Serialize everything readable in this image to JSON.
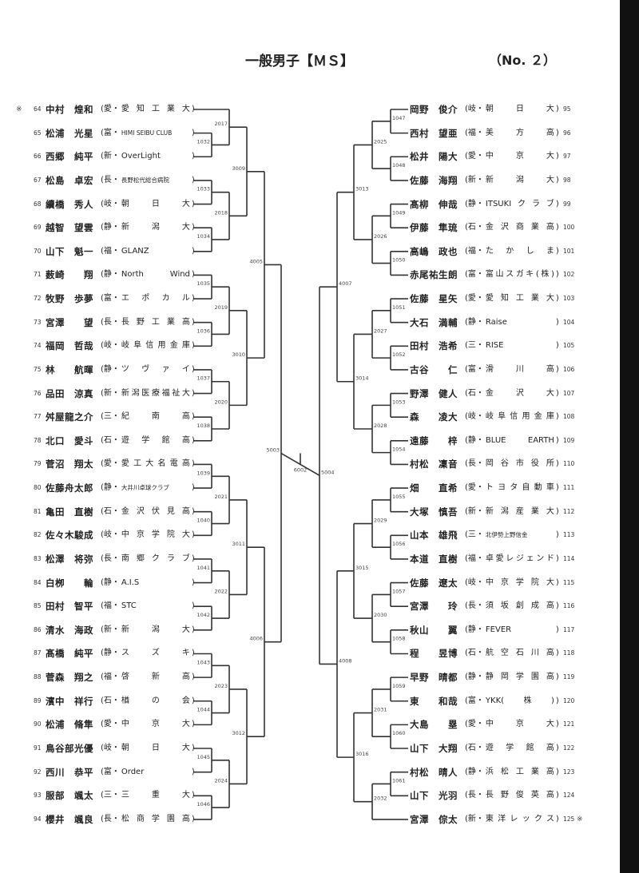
{
  "header": {
    "title": "一般男子【ＭＳ】",
    "page_no": "（No. ２）"
  },
  "seed_mark": "※",
  "left_players": [
    {
      "no": "64",
      "name": "中村　煌和",
      "pref": "愛",
      "club": "愛知工業大",
      "mark": "※"
    },
    {
      "no": "65",
      "name": "松浦　光星",
      "pref": "富",
      "club": "HIMI SEIBU CLUB",
      "small": true
    },
    {
      "no": "66",
      "name": "西郷　純平",
      "pref": "新",
      "club": "OverLight"
    },
    {
      "no": "67",
      "name": "松島　卓宏",
      "pref": "長",
      "club": "長野松代総合病院",
      "small": true
    },
    {
      "no": "68",
      "name": "續橋　秀人",
      "pref": "岐",
      "club": "朝日大"
    },
    {
      "no": "69",
      "name": "越智　望雲",
      "pref": "静",
      "club": "新潟大"
    },
    {
      "no": "70",
      "name": "山下　魁一",
      "pref": "福",
      "club": "GLANZ"
    },
    {
      "no": "71",
      "name": "薮崎　　翔",
      "pref": "静",
      "club": "North Wind"
    },
    {
      "no": "72",
      "name": "牧野　歩夢",
      "pref": "富",
      "club": "エポカル"
    },
    {
      "no": "73",
      "name": "宮澤　　望",
      "pref": "長",
      "club": "長野工業高"
    },
    {
      "no": "74",
      "name": "福岡　哲哉",
      "pref": "岐",
      "club": "岐阜信用金庫"
    },
    {
      "no": "75",
      "name": "林　　航暉",
      "pref": "静",
      "club": "ツヴァイ"
    },
    {
      "no": "76",
      "name": "品田　涼真",
      "pref": "新",
      "club": "新潟医療福祉大"
    },
    {
      "no": "77",
      "name": "舛屋龍之介",
      "pref": "三",
      "club": "紀南高"
    },
    {
      "no": "78",
      "name": "北口　愛斗",
      "pref": "石",
      "club": "遊学館高"
    },
    {
      "no": "79",
      "name": "菅沼　翔太",
      "pref": "愛",
      "club": "愛工大名電高"
    },
    {
      "no": "80",
      "name": "佐藤舟太郎",
      "pref": "静",
      "club": "大井川卓球クラブ",
      "small": true
    },
    {
      "no": "81",
      "name": "亀田　直樹",
      "pref": "石",
      "club": "金沢伏見高"
    },
    {
      "no": "82",
      "name": "佐々木駿成",
      "pref": "岐",
      "club": "中京学院大"
    },
    {
      "no": "83",
      "name": "松澤　将弥",
      "pref": "長",
      "club": "南郷クラブ"
    },
    {
      "no": "84",
      "name": "白栁　　輪",
      "pref": "静",
      "club": "A.I.S"
    },
    {
      "no": "85",
      "name": "田村　智平",
      "pref": "福",
      "club": "STC"
    },
    {
      "no": "86",
      "name": "清水　海政",
      "pref": "新",
      "club": "新潟大"
    },
    {
      "no": "87",
      "name": "髙橋　純平",
      "pref": "静",
      "club": "スズキ"
    },
    {
      "no": "88",
      "name": "菅森　翔之",
      "pref": "福",
      "club": "啓新高"
    },
    {
      "no": "89",
      "name": "濱中　祥行",
      "pref": "石",
      "club": "楢の会"
    },
    {
      "no": "90",
      "name": "松浦　脩隼",
      "pref": "愛",
      "club": "中京大"
    },
    {
      "no": "91",
      "name": "鳥谷部光優",
      "pref": "岐",
      "club": "朝日大"
    },
    {
      "no": "92",
      "name": "西川　恭平",
      "pref": "富",
      "club": "Order"
    },
    {
      "no": "93",
      "name": "服部　颯太",
      "pref": "三",
      "club": "三重大"
    },
    {
      "no": "94",
      "name": "櫻井　颯良",
      "pref": "長",
      "club": "松商学園高"
    }
  ],
  "right_players": [
    {
      "no": "95",
      "name": "岡野　俊介",
      "pref": "岐",
      "club": "朝日大"
    },
    {
      "no": "96",
      "name": "西村　望亜",
      "pref": "福",
      "club": "美方高"
    },
    {
      "no": "97",
      "name": "松井　陽大",
      "pref": "愛",
      "club": "中京大"
    },
    {
      "no": "98",
      "name": "佐藤　海翔",
      "pref": "新",
      "club": "新潟大"
    },
    {
      "no": "99",
      "name": "髙柳　伸哉",
      "pref": "静",
      "club": "ITSUKIクラブ"
    },
    {
      "no": "100",
      "name": "伊藤　隼琉",
      "pref": "石",
      "club": "金沢商業高"
    },
    {
      "no": "101",
      "name": "高嶋　政也",
      "pref": "福",
      "club": "たかしま"
    },
    {
      "no": "102",
      "name": "赤尾祐生朗",
      "pref": "富",
      "club": "富山スガキ(株)"
    },
    {
      "no": "103",
      "name": "佐藤　星矢",
      "pref": "愛",
      "club": "愛知工業大"
    },
    {
      "no": "104",
      "name": "大石　満輔",
      "pref": "静",
      "club": "Raise"
    },
    {
      "no": "105",
      "name": "田村　浩希",
      "pref": "三",
      "club": "RISE"
    },
    {
      "no": "106",
      "name": "古谷　　仁",
      "pref": "富",
      "club": "滑川高"
    },
    {
      "no": "107",
      "name": "野澤　健人",
      "pref": "石",
      "club": "金沢大"
    },
    {
      "no": "108",
      "name": "森　　凌大",
      "pref": "岐",
      "club": "岐阜信用金庫"
    },
    {
      "no": "109",
      "name": "遠藤　　梓",
      "pref": "静",
      "club": "BLUE EARTH"
    },
    {
      "no": "110",
      "name": "村松　凜音",
      "pref": "長",
      "club": "岡谷市役所"
    },
    {
      "no": "111",
      "name": "畑　　直希",
      "pref": "愛",
      "club": "トヨタ自動車"
    },
    {
      "no": "112",
      "name": "大塚　慎吾",
      "pref": "新",
      "club": "新潟産業大"
    },
    {
      "no": "113",
      "name": "山本　雄飛",
      "pref": "三",
      "club": "北伊勢上野信金",
      "small": true
    },
    {
      "no": "114",
      "name": "本道　直樹",
      "pref": "福",
      "club": "卓愛レジェンド"
    },
    {
      "no": "115",
      "name": "佐藤　遼太",
      "pref": "岐",
      "club": "中京学院大"
    },
    {
      "no": "116",
      "name": "宮澤　　玲",
      "pref": "長",
      "club": "須坂創成高"
    },
    {
      "no": "117",
      "name": "秋山　　翼",
      "pref": "静",
      "club": "FEVER"
    },
    {
      "no": "118",
      "name": "程　　昱博",
      "pref": "石",
      "club": "航空石川高"
    },
    {
      "no": "119",
      "name": "早野　晴都",
      "pref": "静",
      "club": "静岡学園高"
    },
    {
      "no": "120",
      "name": "東　　和哉",
      "pref": "富",
      "club": "YKK(株)"
    },
    {
      "no": "121",
      "name": "大島　　塁",
      "pref": "愛",
      "club": "中京大"
    },
    {
      "no": "122",
      "name": "山下　大翔",
      "pref": "石",
      "club": "遊学館高"
    },
    {
      "no": "123",
      "name": "村松　晴人",
      "pref": "静",
      "club": "浜松工業高"
    },
    {
      "no": "124",
      "name": "山下　光羽",
      "pref": "長",
      "club": "長野俊英高"
    },
    {
      "no": "125",
      "name": "宮澤　倧太",
      "pref": "新",
      "club": "東洋レックス",
      "mark": "※"
    }
  ],
  "bracket": {
    "final": "6002",
    "left": [
      "5003",
      [
        "4005",
        [
          "3009",
          [
            "2017",
            64,
            [
              "1032",
              65,
              66
            ]
          ],
          [
            "2018",
            [
              "1033",
              67,
              68
            ],
            [
              "1034",
              69,
              70
            ]
          ]
        ],
        [
          "3010",
          [
            "2019",
            [
              "1035",
              71,
              72
            ],
            [
              "1036",
              73,
              74
            ]
          ],
          [
            "2020",
            [
              "1037",
              75,
              76
            ],
            [
              "1038",
              77,
              78
            ]
          ]
        ]
      ],
      [
        "4006",
        [
          "3011",
          [
            "2021",
            [
              "1039",
              79,
              80
            ],
            [
              "1040",
              81,
              82
            ]
          ],
          [
            "2022",
            [
              "1041",
              83,
              84
            ],
            [
              "1042",
              85,
              86
            ]
          ]
        ],
        [
          "3012",
          [
            "2023",
            [
              "1043",
              87,
              88
            ],
            [
              "1044",
              89,
              90
            ]
          ],
          [
            "2024",
            [
              "1045",
              91,
              92
            ],
            [
              "1046",
              93,
              94
            ]
          ]
        ]
      ]
    ],
    "right": [
      "5004",
      [
        "4007",
        [
          "3013",
          [
            "2025",
            [
              "1047",
              95,
              96
            ],
            [
              "1048",
              97,
              98
            ]
          ],
          [
            "2026",
            [
              "1049",
              99,
              100
            ],
            [
              "1050",
              101,
              102
            ]
          ]
        ],
        [
          "3014",
          [
            "2027",
            [
              "1051",
              103,
              104
            ],
            [
              "1052",
              105,
              106
            ]
          ],
          [
            "2028",
            [
              "1053",
              107,
              108
            ],
            [
              "1054",
              109,
              110
            ]
          ]
        ]
      ],
      [
        "4008",
        [
          "3015",
          [
            "2029",
            [
              "1055",
              111,
              112
            ],
            [
              "1056",
              113,
              114
            ]
          ],
          [
            "2030",
            [
              "1057",
              115,
              116
            ],
            [
              "1058",
              117,
              118
            ]
          ]
        ],
        [
          "3016",
          [
            "2031",
            [
              "1059",
              119,
              120
            ],
            [
              "1060",
              121,
              122
            ]
          ],
          [
            "2032",
            [
              "1061",
              123,
              124
            ],
            125
          ]
        ]
      ]
    ]
  }
}
